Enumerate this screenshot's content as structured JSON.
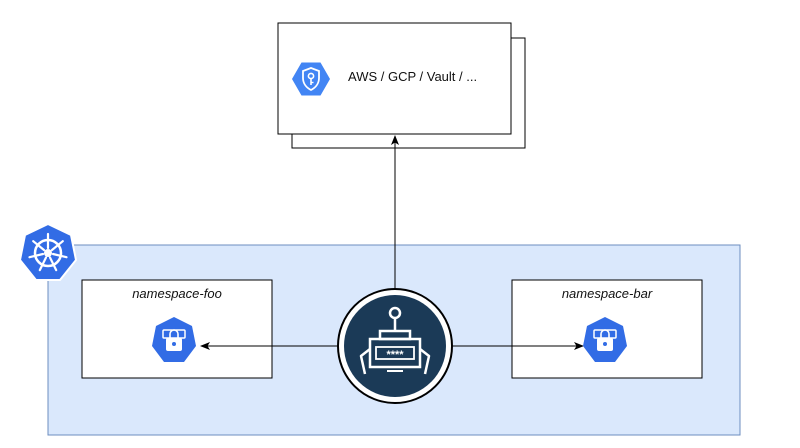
{
  "external_provider": {
    "label": "AWS / GCP / Vault / ...",
    "icon": "gcp-secret-manager-icon"
  },
  "cluster": {
    "icon": "kubernetes-helm-icon",
    "color": "#326ce5",
    "background": "#dae8fc",
    "border": "#6c8ebf"
  },
  "namespaces": [
    {
      "name": "namespace-foo",
      "icon": "kubernetes-secret-icon"
    },
    {
      "name": "namespace-bar",
      "icon": "kubernetes-secret-icon"
    }
  ],
  "operator": {
    "icon": "external-secrets-operator-robot-icon",
    "secret_mask": "****",
    "color": "#1b3a57"
  },
  "colors": {
    "gcp_blue": "#4285f4",
    "k8s_blue": "#326ce5",
    "arrow": "#000000"
  }
}
